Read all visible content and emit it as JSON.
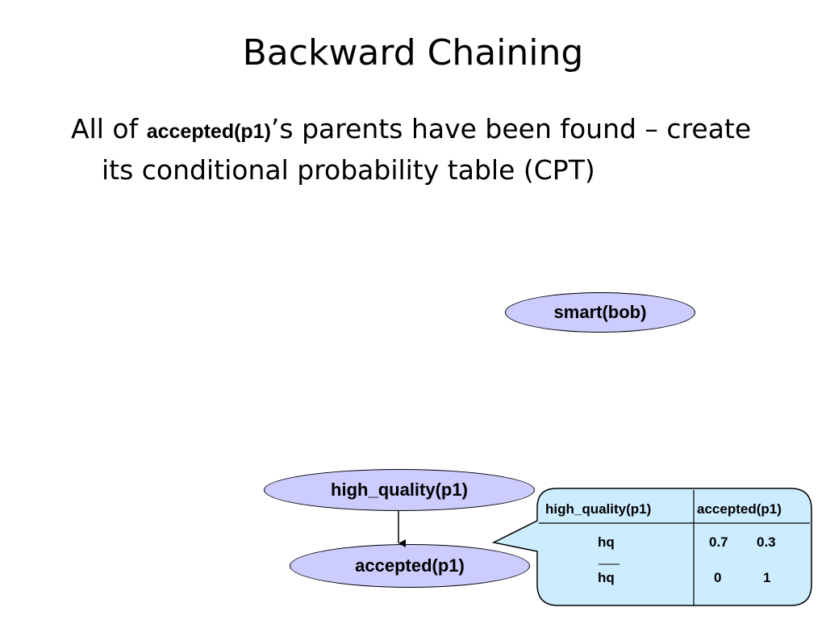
{
  "slide": {
    "title": "Backward Chaining",
    "bullet": {
      "prefix": "All of ",
      "term": "accepted(p1)",
      "suffix": "’s parents have been found – create its conditional probability table (CPT)"
    }
  },
  "nodes": {
    "smart": "smart(bob)",
    "high_quality": "high_quality(p1)",
    "accepted": "accepted(p1)"
  },
  "cpt": {
    "headers": {
      "parent": "high_quality(p1)",
      "child": "accepted(p1)"
    },
    "rows": [
      {
        "label": "hq",
        "negated": false,
        "p_true": "0.7",
        "p_false": "0.3"
      },
      {
        "label": "hq",
        "negated": true,
        "p_true": "0",
        "p_false": "1"
      }
    ]
  },
  "colors": {
    "node_fill": "#ccccff",
    "callout_fill": "#ccecff",
    "stroke": "#000000"
  }
}
